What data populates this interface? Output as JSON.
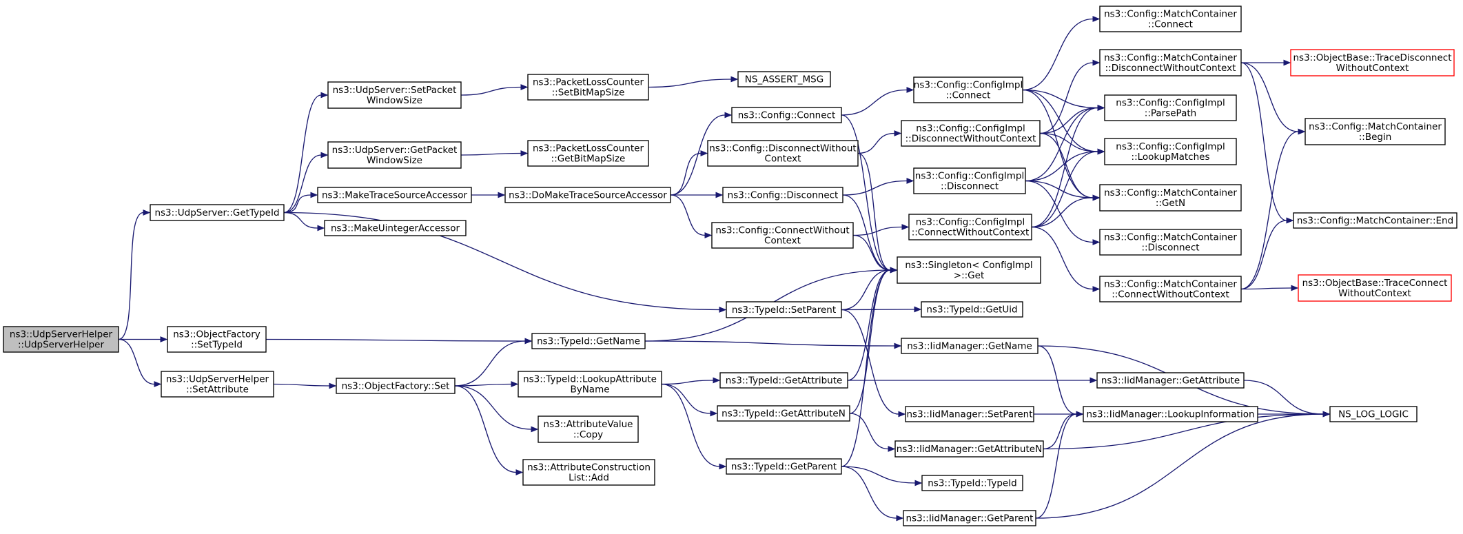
{
  "diagram": {
    "type": "call-graph",
    "style": {
      "edge_color": "#191970",
      "root_fill": "#bfbfbf",
      "node_border": "#000000",
      "undocumented_border": "#ff0000",
      "background": "#ffffff"
    },
    "nodes": [
      {
        "id": "n0",
        "lines": [
          "ns3::UdpServerHelper",
          "::UdpServerHelper"
        ],
        "root": true
      },
      {
        "id": "n1",
        "lines": [
          "ns3::UdpServer::GetTypeId"
        ]
      },
      {
        "id": "n2",
        "lines": [
          "ns3::ObjectFactory",
          "::SetTypeId"
        ]
      },
      {
        "id": "n3",
        "lines": [
          "ns3::UdpServerHelper",
          "::SetAttribute"
        ]
      },
      {
        "id": "n4",
        "lines": [
          "ns3::UdpServer::SetPacket",
          "WindowSize"
        ]
      },
      {
        "id": "n5",
        "lines": [
          "ns3::UdpServer::GetPacket",
          "WindowSize"
        ]
      },
      {
        "id": "n6",
        "lines": [
          "ns3::MakeTraceSourceAccessor"
        ]
      },
      {
        "id": "n7",
        "lines": [
          "ns3::MakeUintegerAccessor"
        ]
      },
      {
        "id": "n8",
        "lines": [
          "ns3::TypeId::SetParent"
        ]
      },
      {
        "id": "n9",
        "lines": [
          "ns3::TypeId::GetName"
        ]
      },
      {
        "id": "n10",
        "lines": [
          "ns3::ObjectFactory::Set"
        ]
      },
      {
        "id": "n11",
        "lines": [
          "ns3::PacketLossCounter",
          "::SetBitMapSize"
        ]
      },
      {
        "id": "n12",
        "lines": [
          "ns3::PacketLossCounter",
          "::GetBitMapSize"
        ]
      },
      {
        "id": "n13",
        "lines": [
          "ns3::DoMakeTraceSourceAccessor"
        ]
      },
      {
        "id": "n14",
        "lines": [
          "ns3::TypeId::LookupAttribute",
          "ByName"
        ]
      },
      {
        "id": "n15",
        "lines": [
          "ns3::AttributeValue",
          "::Copy"
        ]
      },
      {
        "id": "n16",
        "lines": [
          "ns3::AttributeConstruction",
          "List::Add"
        ]
      },
      {
        "id": "n17",
        "lines": [
          "NS_ASSERT_MSG"
        ]
      },
      {
        "id": "n18",
        "lines": [
          "ns3::Config::Connect"
        ]
      },
      {
        "id": "n19",
        "lines": [
          "ns3::Config::DisconnectWithout",
          "Context"
        ]
      },
      {
        "id": "n20",
        "lines": [
          "ns3::Config::Disconnect"
        ]
      },
      {
        "id": "n21",
        "lines": [
          "ns3::Config::ConnectWithout",
          "Context"
        ]
      },
      {
        "id": "n22",
        "lines": [
          "ns3::TypeId::GetAttribute"
        ]
      },
      {
        "id": "n23",
        "lines": [
          "ns3::TypeId::GetAttributeN"
        ]
      },
      {
        "id": "n24",
        "lines": [
          "ns3::TypeId::GetParent"
        ]
      },
      {
        "id": "n25",
        "lines": [
          "ns3::Config::ConfigImpl",
          "::Connect"
        ]
      },
      {
        "id": "n26",
        "lines": [
          "ns3::Config::ConfigImpl",
          "::DisconnectWithoutContext"
        ]
      },
      {
        "id": "n27",
        "lines": [
          "ns3::Config::ConfigImpl",
          "::Disconnect"
        ]
      },
      {
        "id": "n28",
        "lines": [
          "ns3::Config::ConfigImpl",
          "::ConnectWithoutContext"
        ]
      },
      {
        "id": "n29",
        "lines": [
          "ns3::Singleton< ConfigImpl",
          " >::Get"
        ]
      },
      {
        "id": "n30",
        "lines": [
          "ns3::TypeId::GetUid"
        ]
      },
      {
        "id": "n31",
        "lines": [
          "ns3::IidManager::GetName"
        ]
      },
      {
        "id": "n32",
        "lines": [
          "ns3::IidManager::SetParent"
        ]
      },
      {
        "id": "n33",
        "lines": [
          "ns3::IidManager::GetAttributeN"
        ]
      },
      {
        "id": "n34",
        "lines": [
          "ns3::TypeId::TypeId"
        ]
      },
      {
        "id": "n35",
        "lines": [
          "ns3::IidManager::GetParent"
        ]
      },
      {
        "id": "n36",
        "lines": [
          "ns3::Config::MatchContainer",
          "::Connect"
        ]
      },
      {
        "id": "n37",
        "lines": [
          "ns3::Config::MatchContainer",
          "::DisconnectWithoutContext"
        ]
      },
      {
        "id": "n38",
        "lines": [
          "ns3::Config::ConfigImpl",
          "::ParsePath"
        ]
      },
      {
        "id": "n39",
        "lines": [
          "ns3::Config::ConfigImpl",
          "::LookupMatches"
        ]
      },
      {
        "id": "n40",
        "lines": [
          "ns3::Config::MatchContainer",
          "::GetN"
        ]
      },
      {
        "id": "n41",
        "lines": [
          "ns3::Config::MatchContainer",
          "::Disconnect"
        ]
      },
      {
        "id": "n42",
        "lines": [
          "ns3::Config::MatchContainer",
          "::ConnectWithoutContext"
        ]
      },
      {
        "id": "n43",
        "lines": [
          "ns3::IidManager::GetAttribute"
        ]
      },
      {
        "id": "n44",
        "lines": [
          "ns3::IidManager::LookupInformation"
        ]
      },
      {
        "id": "n45",
        "lines": [
          "ns3::ObjectBase::TraceDisconnect",
          "WithoutContext"
        ],
        "undocumented": true
      },
      {
        "id": "n46",
        "lines": [
          "ns3::Config::MatchContainer",
          "::Begin"
        ]
      },
      {
        "id": "n47",
        "lines": [
          "ns3::Config::MatchContainer::End"
        ]
      },
      {
        "id": "n48",
        "lines": [
          "ns3::ObjectBase::TraceConnect",
          "WithoutContext"
        ],
        "undocumented": true
      },
      {
        "id": "n49",
        "lines": [
          "NS_LOG_LOGIC"
        ]
      }
    ],
    "edges": [
      [
        "n0",
        "n1"
      ],
      [
        "n0",
        "n2"
      ],
      [
        "n0",
        "n3"
      ],
      [
        "n1",
        "n4"
      ],
      [
        "n1",
        "n5"
      ],
      [
        "n1",
        "n6"
      ],
      [
        "n1",
        "n7"
      ],
      [
        "n1",
        "n8"
      ],
      [
        "n2",
        "n9"
      ],
      [
        "n3",
        "n10"
      ],
      [
        "n4",
        "n11"
      ],
      [
        "n5",
        "n12"
      ],
      [
        "n6",
        "n13"
      ],
      [
        "n8",
        "n29"
      ],
      [
        "n8",
        "n30"
      ],
      [
        "n8",
        "n32"
      ],
      [
        "n9",
        "n29"
      ],
      [
        "n9",
        "n31"
      ],
      [
        "n10",
        "n9"
      ],
      [
        "n10",
        "n14"
      ],
      [
        "n10",
        "n15"
      ],
      [
        "n10",
        "n16"
      ],
      [
        "n11",
        "n17"
      ],
      [
        "n13",
        "n18"
      ],
      [
        "n13",
        "n19"
      ],
      [
        "n13",
        "n20"
      ],
      [
        "n13",
        "n21"
      ],
      [
        "n14",
        "n22"
      ],
      [
        "n14",
        "n23"
      ],
      [
        "n14",
        "n24"
      ],
      [
        "n18",
        "n25"
      ],
      [
        "n18",
        "n29"
      ],
      [
        "n19",
        "n26"
      ],
      [
        "n19",
        "n29"
      ],
      [
        "n20",
        "n27"
      ],
      [
        "n20",
        "n29"
      ],
      [
        "n21",
        "n28"
      ],
      [
        "n21",
        "n29"
      ],
      [
        "n22",
        "n29"
      ],
      [
        "n22",
        "n43"
      ],
      [
        "n23",
        "n29"
      ],
      [
        "n23",
        "n33"
      ],
      [
        "n24",
        "n29"
      ],
      [
        "n24",
        "n34"
      ],
      [
        "n24",
        "n35"
      ],
      [
        "n25",
        "n36"
      ],
      [
        "n25",
        "n38"
      ],
      [
        "n25",
        "n39"
      ],
      [
        "n25",
        "n40"
      ],
      [
        "n26",
        "n37"
      ],
      [
        "n26",
        "n38"
      ],
      [
        "n26",
        "n39"
      ],
      [
        "n26",
        "n40"
      ],
      [
        "n27",
        "n41"
      ],
      [
        "n27",
        "n38"
      ],
      [
        "n27",
        "n39"
      ],
      [
        "n27",
        "n40"
      ],
      [
        "n28",
        "n42"
      ],
      [
        "n28",
        "n38"
      ],
      [
        "n28",
        "n39"
      ],
      [
        "n28",
        "n40"
      ],
      [
        "n31",
        "n44"
      ],
      [
        "n31",
        "n49"
      ],
      [
        "n32",
        "n44"
      ],
      [
        "n33",
        "n44"
      ],
      [
        "n33",
        "n49"
      ],
      [
        "n35",
        "n44"
      ],
      [
        "n35",
        "n49"
      ],
      [
        "n37",
        "n45"
      ],
      [
        "n37",
        "n46"
      ],
      [
        "n37",
        "n47"
      ],
      [
        "n42",
        "n48"
      ],
      [
        "n42",
        "n46"
      ],
      [
        "n42",
        "n47"
      ],
      [
        "n43",
        "n49"
      ],
      [
        "n44",
        "n49"
      ]
    ]
  }
}
